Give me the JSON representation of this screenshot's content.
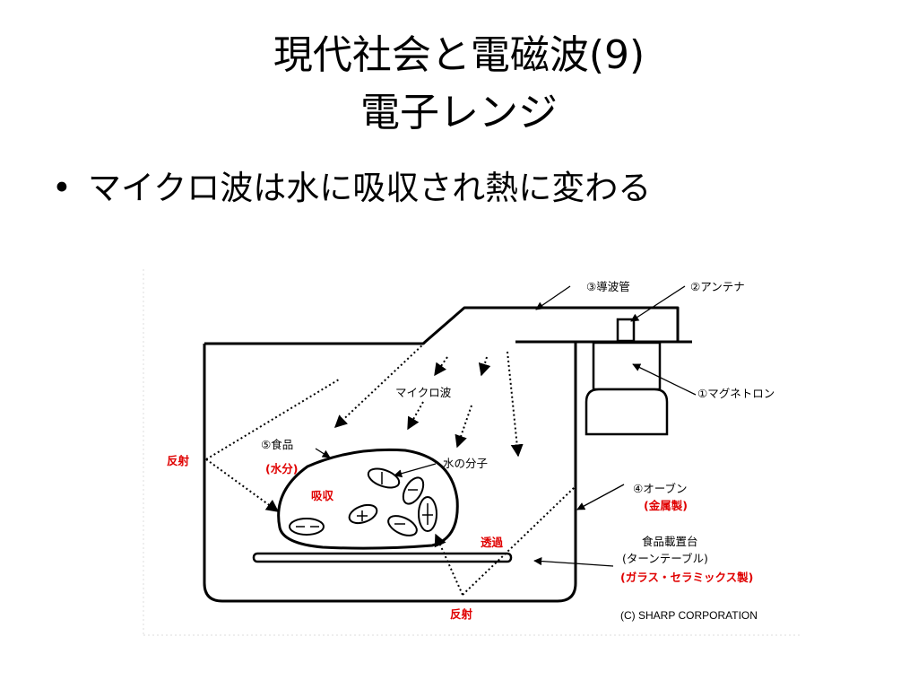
{
  "slide": {
    "title_line1": "現代社会と電磁波(9)",
    "title_line2": "電子レンジ",
    "bullet_text": "マイクロ波は水に吸収され熱に変わる"
  },
  "diagram": {
    "labels": {
      "waveguide": "③導波管",
      "antenna": "②アンテナ",
      "magnetron": "①マグネトロン",
      "microwave": "マイクロ波",
      "food": "⑤食品",
      "food_material": "(水分)",
      "water_molecule": "水の分子",
      "reflection_left": "反射",
      "absorption": "吸収",
      "oven": "④オーブン",
      "oven_material": "(金属製)",
      "transmission": "透過",
      "turntable_line1": "食品載置台",
      "turntable_line2": "(ターンテーブル)",
      "turntable_material": "(ガラス・セラミックス製)",
      "reflection_bottom": "反射",
      "copyright": "(C) SHARP CORPORATION"
    },
    "colors": {
      "line": "#000000",
      "highlight_text": "#e00000"
    }
  }
}
